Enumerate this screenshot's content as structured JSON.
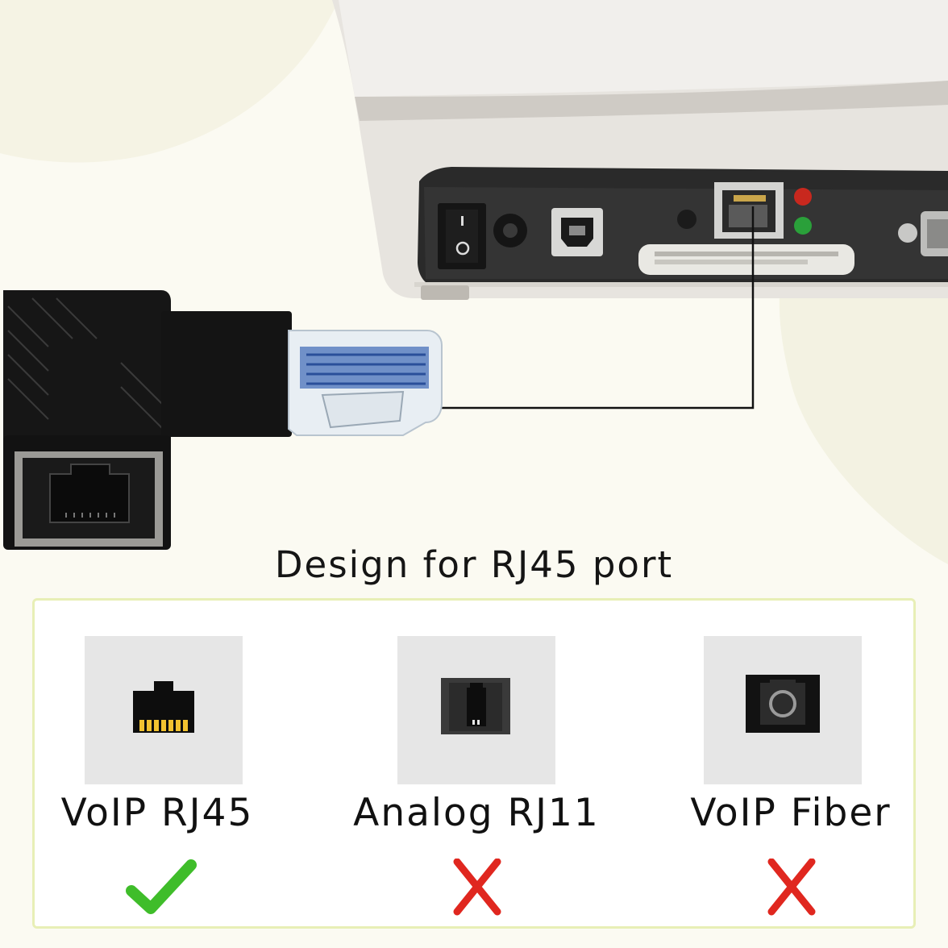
{
  "headline": "Design for RJ45 port",
  "colors": {
    "background": "#fbfaf2",
    "panel_border": "#e8efb6",
    "check": "#3fbd2a",
    "cross": "#e0271f"
  },
  "options": [
    {
      "label": "VoIP RJ45",
      "icon": "rj45-port-icon",
      "status": "compatible",
      "status_icon": "check-icon"
    },
    {
      "label": "Analog RJ11",
      "icon": "rj11-port-icon",
      "status": "incompatible",
      "status_icon": "cross-icon"
    },
    {
      "label": "VoIP Fiber",
      "icon": "fiber-port-icon",
      "status": "incompatible",
      "status_icon": "cross-icon"
    }
  ]
}
